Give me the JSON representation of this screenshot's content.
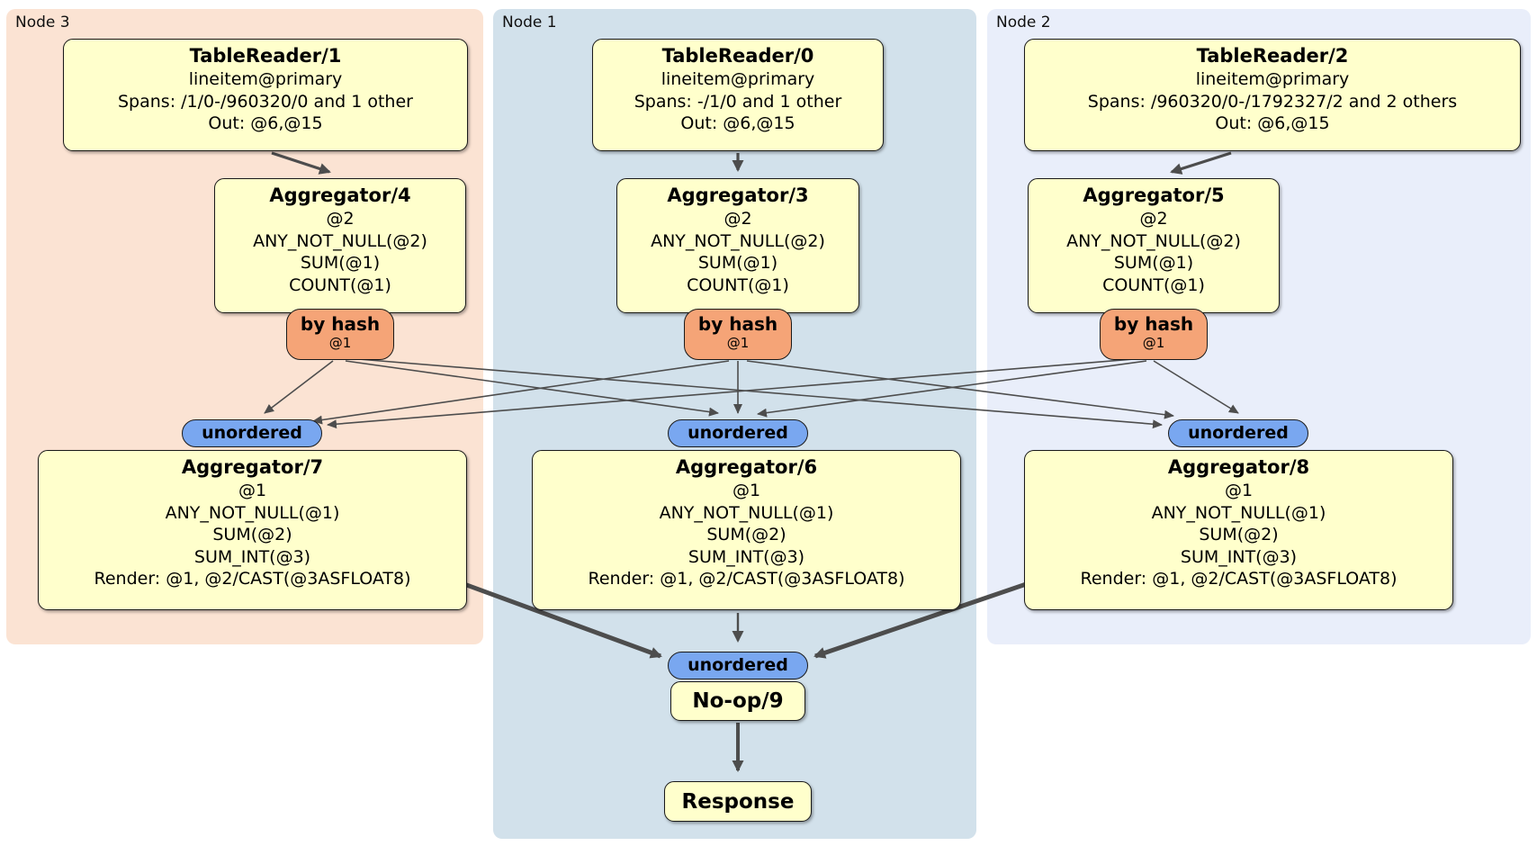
{
  "groups": [
    {
      "label": "Node 3"
    },
    {
      "label": "Node 1"
    },
    {
      "label": "Node 2"
    }
  ],
  "boxes": {
    "tr1": {
      "title": "TableReader/1",
      "lines": [
        "lineitem@primary",
        "Spans: /1/0-/960320/0 and 1 other",
        "Out: @6,@15"
      ]
    },
    "tr0": {
      "title": "TableReader/0",
      "lines": [
        "lineitem@primary",
        "Spans: -/1/0 and 1 other",
        "Out: @6,@15"
      ]
    },
    "tr2": {
      "title": "TableReader/2",
      "lines": [
        "lineitem@primary",
        "Spans: /960320/0-/1792327/2 and 2 others",
        "Out: @6,@15"
      ]
    },
    "agg4": {
      "title": "Aggregator/4",
      "lines": [
        "@2",
        "ANY_NOT_NULL(@2)",
        "SUM(@1)",
        "COUNT(@1)"
      ]
    },
    "agg3": {
      "title": "Aggregator/3",
      "lines": [
        "@2",
        "ANY_NOT_NULL(@2)",
        "SUM(@1)",
        "COUNT(@1)"
      ]
    },
    "agg5": {
      "title": "Aggregator/5",
      "lines": [
        "@2",
        "ANY_NOT_NULL(@2)",
        "SUM(@1)",
        "COUNT(@1)"
      ]
    },
    "agg7": {
      "title": "Aggregator/7",
      "lines": [
        "@1",
        "ANY_NOT_NULL(@1)",
        "SUM(@2)",
        "SUM_INT(@3)",
        "Render: @1, @2/CAST(@3ASFLOAT8)"
      ]
    },
    "agg6": {
      "title": "Aggregator/6",
      "lines": [
        "@1",
        "ANY_NOT_NULL(@1)",
        "SUM(@2)",
        "SUM_INT(@3)",
        "Render: @1, @2/CAST(@3ASFLOAT8)"
      ]
    },
    "agg8": {
      "title": "Aggregator/8",
      "lines": [
        "@1",
        "ANY_NOT_NULL(@1)",
        "SUM(@2)",
        "SUM_INT(@3)",
        "Render: @1, @2/CAST(@3ASFLOAT8)"
      ]
    },
    "noop": {
      "title": "No-op/9"
    },
    "response": {
      "title": "Response"
    }
  },
  "routers": [
    {
      "label": "by hash",
      "sub": "@1"
    },
    {
      "label": "by hash",
      "sub": "@1"
    },
    {
      "label": "by hash",
      "sub": "@1"
    }
  ],
  "syncs": [
    {
      "label": "unordered"
    },
    {
      "label": "unordered"
    },
    {
      "label": "unordered"
    },
    {
      "label": "unordered"
    }
  ],
  "colors": {
    "node3_bg": "#fbe3d3",
    "node1_bg": "#d2e1eb",
    "node2_bg": "#e9eefa",
    "box_bg": "#ffffcc",
    "router_bg": "#f5a477",
    "sync_bg": "#79a7f0",
    "edge": "#4d4d4d"
  }
}
